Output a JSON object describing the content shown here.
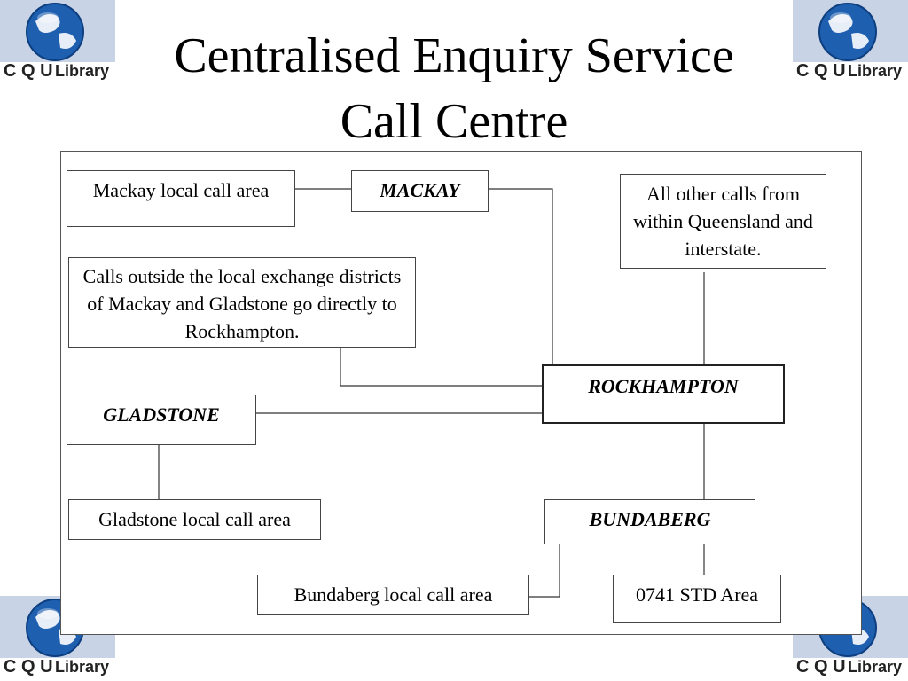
{
  "title": {
    "line1": "Centralised Enquiry Service",
    "line2": "Call Centre"
  },
  "logo": {
    "text": "CQU Library",
    "icon": "globe-icon",
    "globe_color": "#1f5fb0",
    "band_color": "#c9d3e6"
  },
  "diagram": {
    "nodes": {
      "mackay_local": "Mackay local call area",
      "mackay": "MACKAY",
      "other_calls": "All other calls from within Queensland and interstate.",
      "outside_note": "Calls outside the local exchange districts of Mackay and Gladstone go directly to Rockhampton.",
      "rockhampton": "ROCKHAMPTON",
      "gladstone": "GLADSTONE",
      "gladstone_local": "Gladstone local call area",
      "bundaberg": "BUNDABERG",
      "bundaberg_local": "Bundaberg local call area",
      "std_area": "0741 STD Area"
    }
  }
}
